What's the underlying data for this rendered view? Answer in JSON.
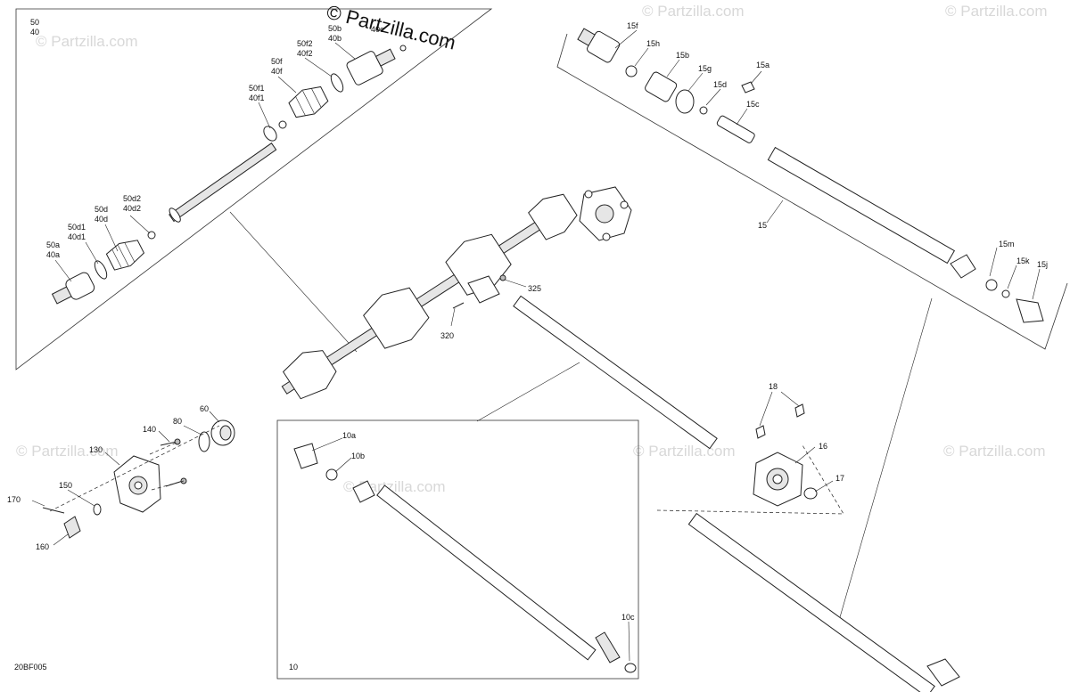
{
  "watermarks": {
    "top": "© Partzilla.com",
    "faint": "© Partzilla.com"
  },
  "diagram_code": "20BF005",
  "frames": {
    "front_shaft_header": [
      "50",
      "40"
    ],
    "rear_shaft_inset": "10"
  },
  "labels": {
    "l50a": [
      "50a",
      "40a"
    ],
    "l50d1": [
      "50d1",
      "40d1"
    ],
    "l50d": [
      "50d",
      "40d"
    ],
    "l50d2": [
      "50d2",
      "40d2"
    ],
    "l50f1": [
      "50f1",
      "40f1"
    ],
    "l50f": [
      "50f",
      "40f"
    ],
    "l50f2": [
      "50f2",
      "40f2"
    ],
    "l50b": [
      "50b",
      "40b"
    ],
    "l40c": "40c",
    "l15f": "15f",
    "l15h": "15h",
    "l15b": "15b",
    "l15g": "15g",
    "l15a": "15a",
    "l15d": "15d",
    "l15c": "15c",
    "l15": "15",
    "l15m": "15m",
    "l15k": "15k",
    "l15j": "15j",
    "l325": "325",
    "l320": "320",
    "l18": "18",
    "l16": "16",
    "l17": "17",
    "l140": "140",
    "l80": "80",
    "l60": "60",
    "l130": "130",
    "l150": "150",
    "l170": "170",
    "l160": "160",
    "l10a": "10a",
    "l10b": "10b",
    "l10c": "10c"
  }
}
